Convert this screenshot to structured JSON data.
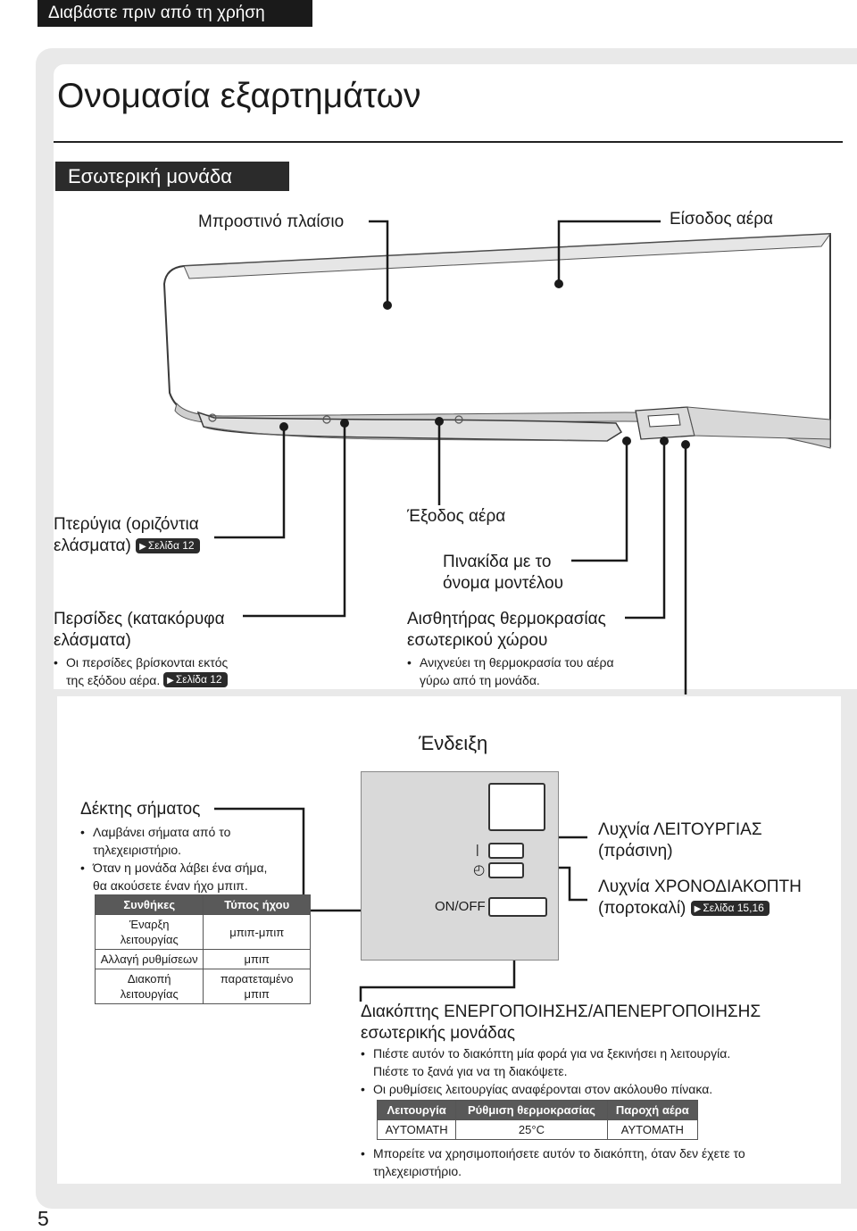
{
  "header_tab": "Διαβάστε πριν από τη χρήση",
  "page_title": "Ονομασία εξαρτημάτων",
  "section_title": "Εσωτερική μονάδα",
  "labels": {
    "front_panel": "Μπροστινό πλαίσιο",
    "air_inlet": "Είσοδος αέρα",
    "flaps_line1": "Πτερύγια (οριζόντια",
    "flaps_line2": "ελάσματα)",
    "flaps_ref": "Σελίδα 12",
    "louvers_line1": "Περσίδες (κατακόρυφα",
    "louvers_line2": "ελάσματα)",
    "louvers_note_line1": "Οι περσίδες βρίσκονται εκτός",
    "louvers_note_line2": "της εξόδου αέρα.",
    "louvers_ref": "Σελίδα 12",
    "air_outlet": "Έξοδος αέρα",
    "nameplate_line1": "Πινακίδα με το",
    "nameplate_line2": "όνομα μοντέλου",
    "temp_sensor_line1": "Αισθητήρας θερμοκρασίας",
    "temp_sensor_line2": "εσωτερικού χώρου",
    "temp_sensor_note_line1": "Ανιχνεύει τη θερμοκρασία του αέρα",
    "temp_sensor_note_line2": "γύρω από τη μονάδα."
  },
  "display": {
    "title": "Ένδειξη",
    "receiver_title": "Δέκτης σήματος",
    "receiver_note1_line1": "Λαμβάνει σήματα από το",
    "receiver_note1_line2": "τηλεχειριστήριο.",
    "receiver_note2_line1": "Όταν η μονάδα λάβει ένα σήμα,",
    "receiver_note2_line2": "θα ακούσετε έναν ήχο μπιπ.",
    "sound_table": {
      "headers": [
        "Συνθήκες",
        "Τύπος ήχου"
      ],
      "rows": [
        [
          "Έναρξη λειτουργίας",
          "μπιπ-μπιπ"
        ],
        [
          "Αλλαγή ρυθμίσεων",
          "μπιπ"
        ],
        [
          "Διακοπή λειτουργίας",
          "παρατεταμένο μπιπ"
        ]
      ]
    },
    "onoff_label": "ON/OFF",
    "operation_lamp_line1": "Λυχνία ΛΕΙΤΟΥΡΓΙΑΣ",
    "operation_lamp_line2": "(πράσινη)",
    "timer_lamp_line1": "Λυχνία ΧΡΟΝΟΔΙΑΚΟΠΤΗ",
    "timer_lamp_line2": "(πορτοκαλί)",
    "timer_ref": "Σελίδα 15,16",
    "switch_title_line1": "Διακόπτης ΕΝΕΡΓΟΠΟΙΗΣΗΣ/ΑΠΕΝΕΡΓΟΠΟΙΗΣΗΣ",
    "switch_title_line2": "εσωτερικής μονάδας",
    "switch_note1_line1": "Πιέστε αυτόν το διακόπτη μία φορά για να ξεκινήσει η λειτουργία.",
    "switch_note1_line2": "Πιέστε το ξανά για να τη διακόψετε.",
    "switch_note2": "Οι ρυθμίσεις λειτουργίας αναφέρονται στον ακόλουθο πίνακα.",
    "settings_table": {
      "headers": [
        "Λειτουργία",
        "Ρύθμιση θερμοκρασίας",
        "Παροχή αέρα"
      ],
      "row": [
        "ΑΥΤΟΜΑΤΗ",
        "25°C",
        "ΑΥΤΟΜΑΤΗ"
      ]
    },
    "switch_note3_line1": "Μπορείτε να χρησιμοποιήσετε αυτόν το διακόπτη, όταν δεν έχετε το",
    "switch_note3_line2": "τηλεχειριστήριο."
  },
  "page_number": "5"
}
